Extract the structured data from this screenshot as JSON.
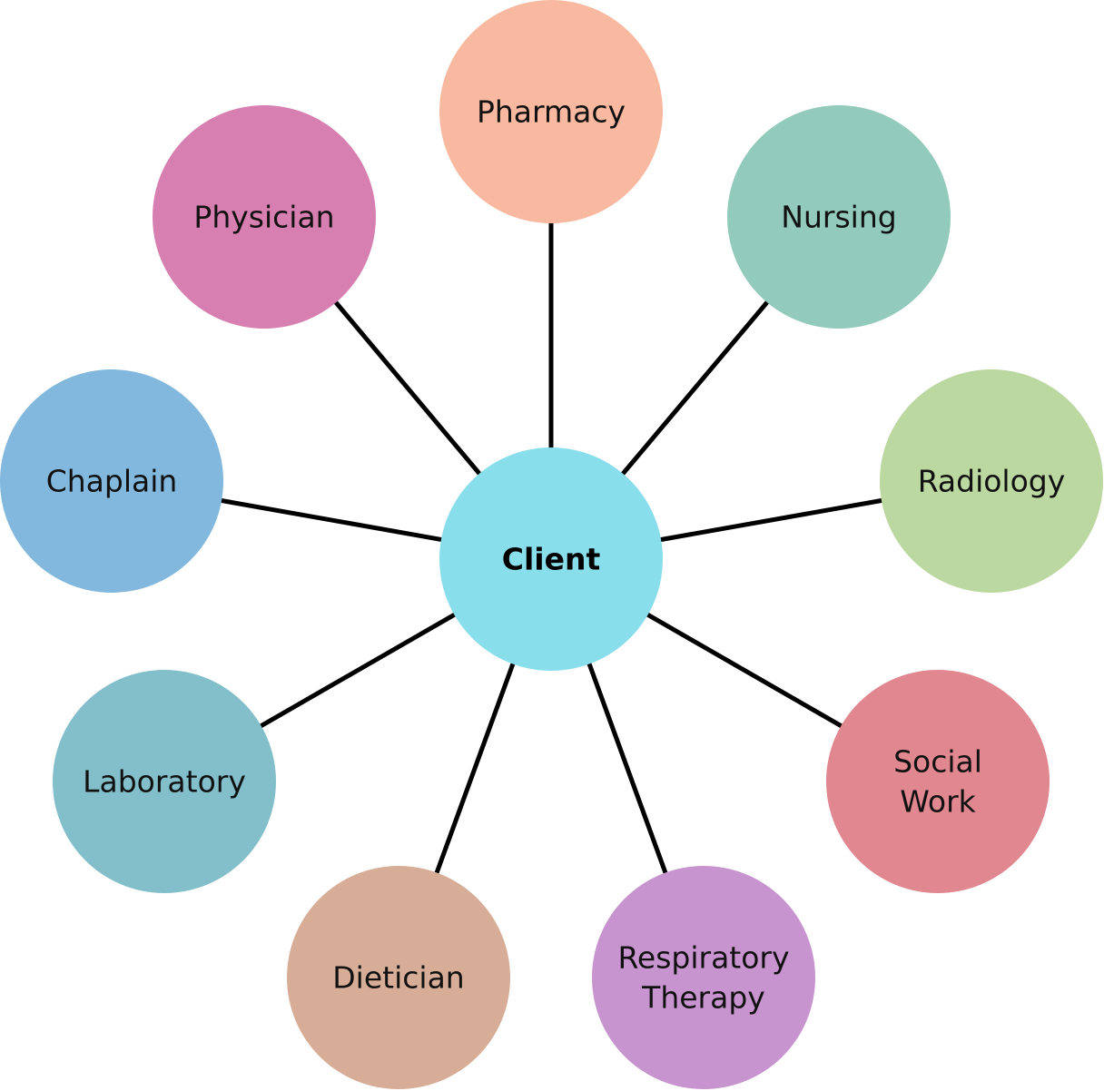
{
  "center": {
    "label": "Client",
    "color": "#89DEEC"
  },
  "nodes": [
    {
      "id": "pharmacy",
      "lines": [
        "Pharmacy"
      ],
      "color": "#F9B9A0"
    },
    {
      "id": "nursing",
      "lines": [
        "Nursing"
      ],
      "color": "#92CABB"
    },
    {
      "id": "radiology",
      "lines": [
        "Radiology"
      ],
      "color": "#BCD8A1"
    },
    {
      "id": "social-work",
      "lines": [
        "Social",
        "Work"
      ],
      "color": "#E08790"
    },
    {
      "id": "respiratory-therapy",
      "lines": [
        "Respiratory",
        "Therapy"
      ],
      "color": "#C894CF"
    },
    {
      "id": "dietician",
      "lines": [
        "Dietician"
      ],
      "color": "#D8AD98"
    },
    {
      "id": "laboratory",
      "lines": [
        "Laboratory"
      ],
      "color": "#82BFCB"
    },
    {
      "id": "chaplain",
      "lines": [
        "Chaplain"
      ],
      "color": "#82B8DD"
    },
    {
      "id": "physician",
      "lines": [
        "Physician"
      ],
      "color": "#D87FB2"
    }
  ]
}
